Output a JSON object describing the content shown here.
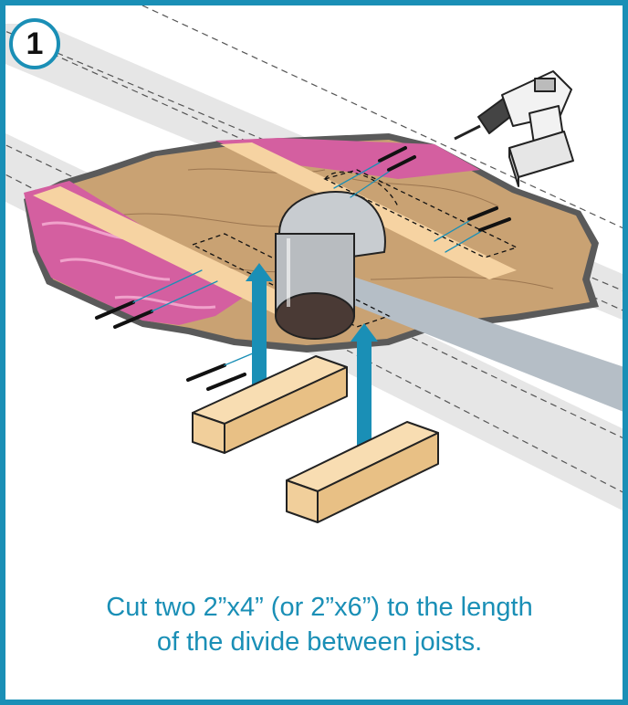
{
  "step": {
    "number": "1"
  },
  "caption": {
    "line1": "Cut two 2”x4” (or 2”x6”) to the length",
    "line2": "of the divide between joists."
  },
  "colors": {
    "accent": "#1a8fb6",
    "wood": "#c9a273",
    "insulation": "#d45fa0",
    "joist": "#e9e9e9",
    "duct": "#b8bcc0",
    "lumber": "#f1cf9b"
  },
  "icons": [
    "cordless-drill-icon",
    "screw-icon",
    "arrow-up-icon",
    "duct-elbow-icon"
  ]
}
